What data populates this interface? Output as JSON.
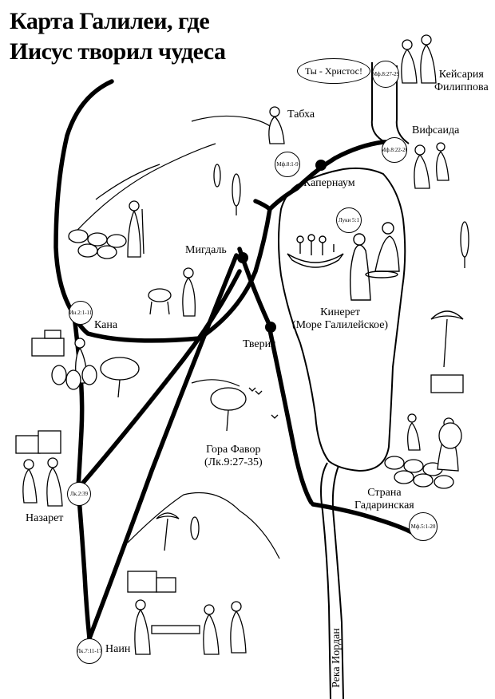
{
  "title": {
    "line1": "Карта Галилеи, где",
    "line2": "Иисус творил чудеса"
  },
  "places": {
    "caesarea_line1": "Кейсария",
    "caesarea_line2": "Филиппова",
    "tabgha": "Табха",
    "bethsaida": "Вифсаида",
    "capernaum": "Капернаум",
    "magdala": "Мигдаль",
    "kinneret_line1": "Кинерет",
    "kinneret_line2": "(Море Галилейское)",
    "cana": "Кана",
    "tiberias": "Тверия",
    "tabor_line1": "Гора Фавор",
    "tabor_line2": "(Лк.9:27-35)",
    "nazareth": "Назарет",
    "gadara_line1": "Страна",
    "gadara_line2": "Гадаринская",
    "nain": "Наин",
    "jordan": "Река Иордан"
  },
  "speech": "Ты - Христос!",
  "refs": {
    "caesarea": "Мф.8:27-29",
    "bethsaida": "Мф.8:22-26",
    "tabgha": "Мф.8:1-9",
    "lake": "Луки 5:1",
    "cana": "Ин.2:1-11",
    "nazareth": "Лк.2:39",
    "gadara": "Мф.5:1-20",
    "nain": "Лк.7:11-17"
  },
  "colors": {
    "ink": "#000000",
    "paper": "#ffffff"
  }
}
